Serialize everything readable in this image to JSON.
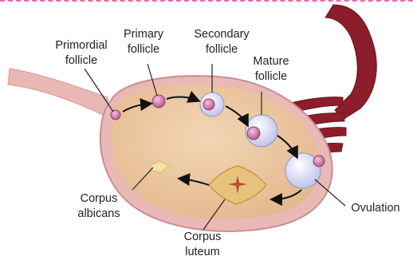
{
  "labels": {
    "primordial": "Primordial\nfollicle",
    "primary": "Primary\nfollicle",
    "secondary": "Secondary\nfollicle",
    "mature": "Mature\nfollicle",
    "ovulation": "Ovulation",
    "albicans": "Corpus\nalbicans",
    "luteum": "Corpus\nluteum"
  },
  "colors": {
    "border": "#f06aa8",
    "ovary_fill": "#eccaa5",
    "ovary_outline": "#c98d95",
    "ligament": "#e9b8b5",
    "tube": "#8b1e2a",
    "follicle": "#c9659a",
    "follicle_ring": "#e7e8f8",
    "luteum_fill": "#e7c27a",
    "luteum_star": "#b84a3c",
    "arrow": "#111111"
  }
}
